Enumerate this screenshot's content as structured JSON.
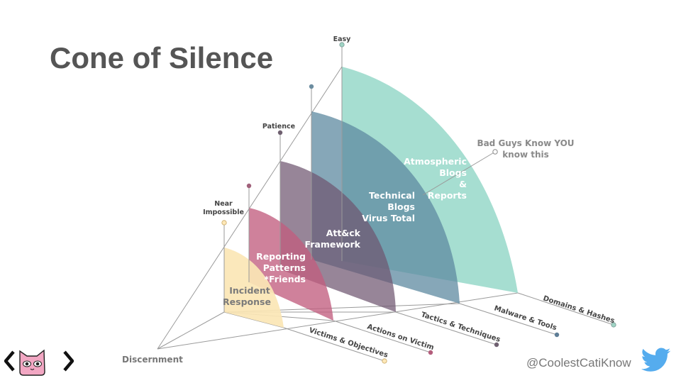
{
  "title": "Cone of Silence",
  "handle": "@CoolestCatiKnow",
  "icons": [
    "cat-code-logo-icon",
    "twitter-bird-icon"
  ],
  "colors": {
    "title": "#555555",
    "axis": "#9a9a9a",
    "label": "#444444",
    "incident": "#fbe6b5",
    "reporting": "#c25d7f",
    "attck": "#6f5670",
    "technical": "#5e8aa0",
    "atmospheric": "#84d1bf",
    "twitter": "#55acee"
  },
  "axis": {
    "origin_label": "Discernment",
    "vertical": {
      "near_impossible": [
        "Near",
        "Impossible"
      ],
      "patience": "Patience",
      "easy": "Easy"
    },
    "horizontal": {
      "victims": "Victims & Objectives",
      "actions": "Actions on Victim",
      "tactics": "Tactics & Techniques",
      "malware": "Malware & Tools",
      "domains": "Domains & Hashes"
    }
  },
  "layers": {
    "incident": [
      "Incident",
      "Response"
    ],
    "reporting": [
      "Reporting",
      "Patterns",
      "*Friends"
    ],
    "attck": [
      "Att&ck",
      "Framework"
    ],
    "technical": [
      "Technical",
      "Blogs",
      "Virus Total"
    ],
    "atmospheric": [
      "Atmospheric",
      "Blogs",
      "&",
      "Reports"
    ]
  },
  "callout": [
    "Bad Guys Know YOU",
    "know this"
  ]
}
